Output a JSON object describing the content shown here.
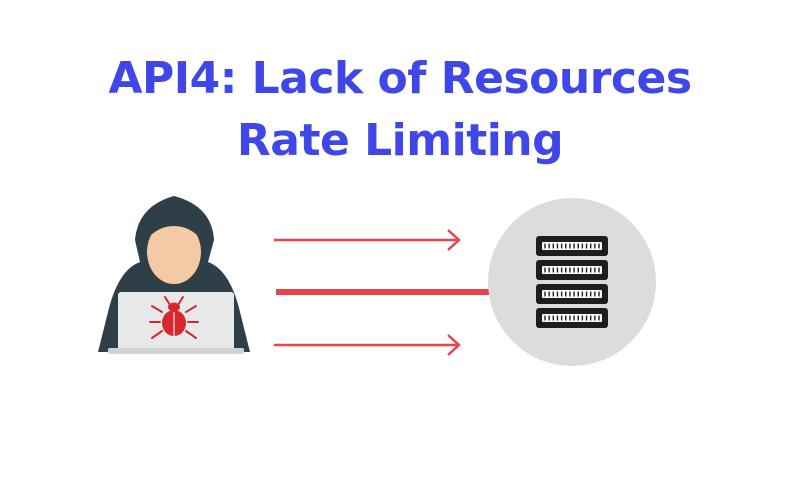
{
  "title": {
    "line1": "API4: Lack of Resources",
    "line2": "Rate Limiting"
  },
  "colors": {
    "title": "#3f47e8",
    "arrow": "#e8444a",
    "hood": "#2f3f48",
    "skin": "#f3c9a6",
    "laptop": "#e6e8ea",
    "bug": "#d8262d",
    "server_circle": "#dcdcdc",
    "server_unit": "#1e1e1e"
  },
  "diagram": {
    "attacker": {
      "icon": "hacker-icon",
      "laptop_icon": "laptop-icon",
      "emblem_icon": "bug-icon"
    },
    "target": {
      "icon": "server-rack-icon"
    },
    "request_arrows": 3
  }
}
